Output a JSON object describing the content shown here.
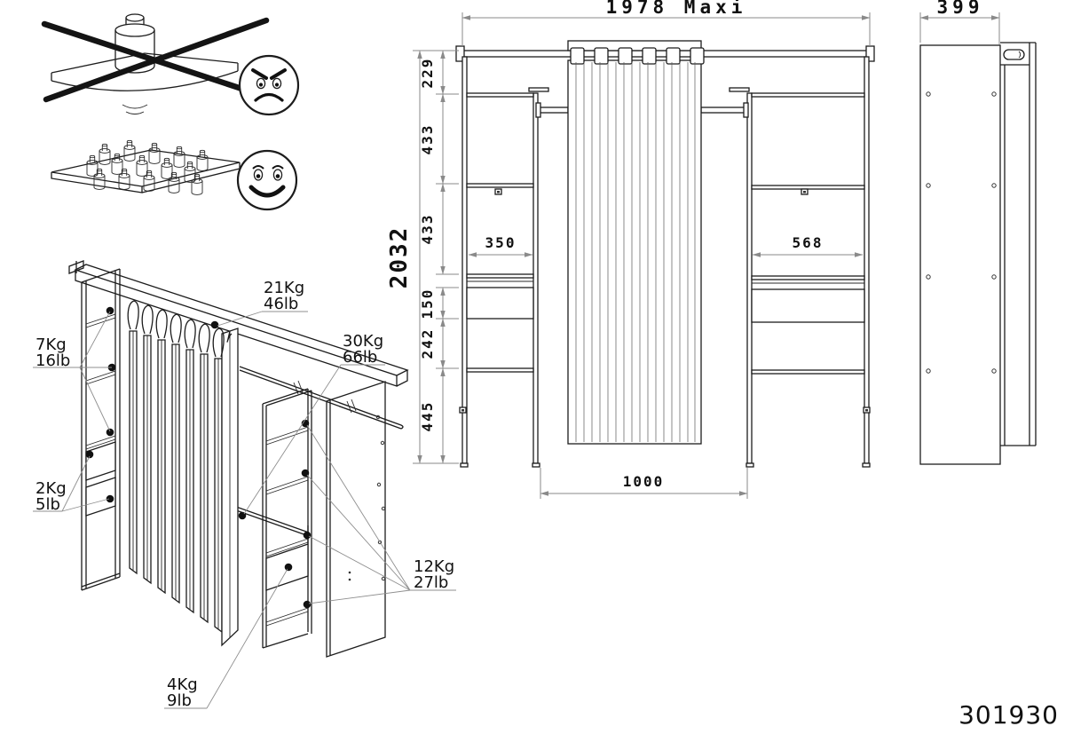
{
  "part_number": "301930",
  "colors": {
    "drawing": "#1c1c1c",
    "dimension": "#8a8a8a",
    "text": "#111111",
    "background": "#ffffff"
  },
  "warning_icons": {
    "bad_load_icon": "single-heavy-weight-crossed-out",
    "bad_face_icon": "angry-face",
    "good_load_icon": "many-small-weights-distributed",
    "good_face_icon": "happy-face"
  },
  "front_view": {
    "total_width": "1978 Maxi",
    "total_height": "2032",
    "height_segments": [
      "229",
      "433",
      "433",
      "150",
      "242",
      "445"
    ],
    "left_bay_width": "350",
    "right_bay_width": "568",
    "center_bay_width": "1000"
  },
  "side_view": {
    "depth": "399"
  },
  "load_limits": [
    {
      "part": "left-shelves",
      "kg": "7Kg",
      "lb": "16lb"
    },
    {
      "part": "left-drawers",
      "kg": "2Kg",
      "lb": "5lb"
    },
    {
      "part": "top-shelf",
      "kg": "21Kg",
      "lb": "46lb"
    },
    {
      "part": "hanging-rod",
      "kg": "30Kg",
      "lb": "66lb"
    },
    {
      "part": "right-shelves",
      "kg": "12Kg",
      "lb": "27lb"
    },
    {
      "part": "right-drawer",
      "kg": "4Kg",
      "lb": "9lb"
    }
  ]
}
